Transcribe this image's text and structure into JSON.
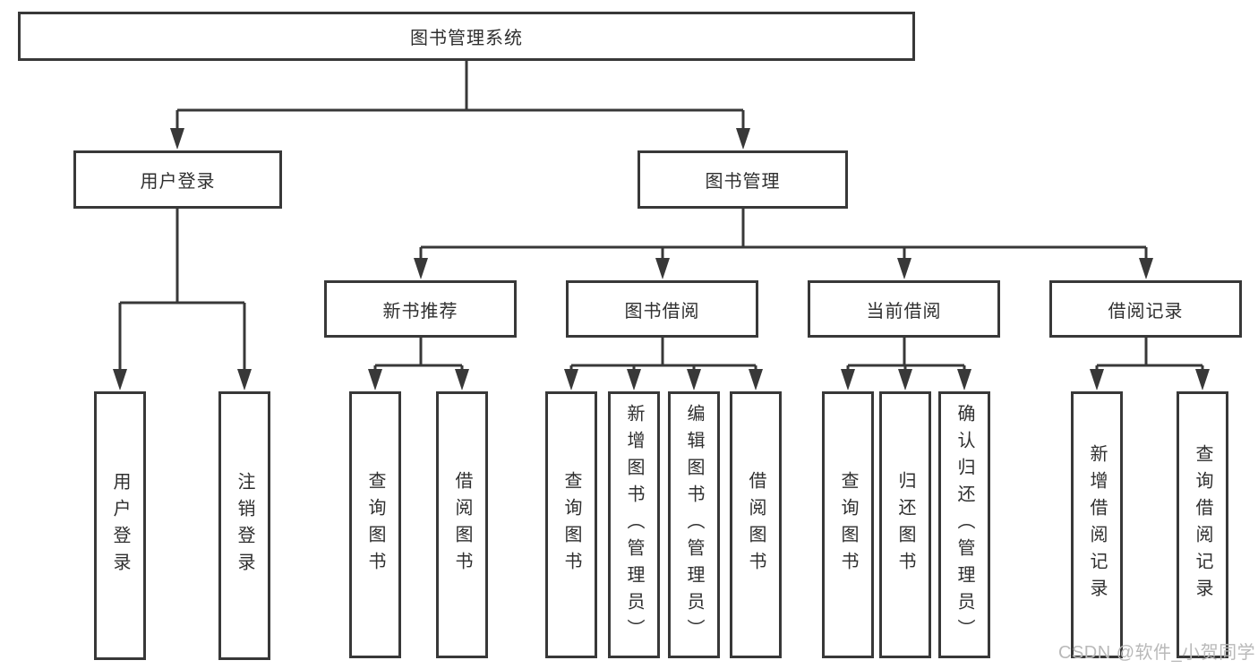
{
  "colors": {
    "line": "#383838",
    "box_border": "#383838",
    "text": "#2f2f2f",
    "background": "#ffffff",
    "watermark": "#b9b9b9"
  },
  "nodes": {
    "root": "图书管理系统",
    "user_login": "用户登录",
    "book_management": "图书管理",
    "new_book_recommend": "新书推荐",
    "book_borrowing": "图书借阅",
    "current_borrowing": "当前借阅",
    "borrowing_records": "借阅记录",
    "ul_user_login": "用户登录",
    "ul_logout": "注销登录",
    "nbr_query_books": "查询图书",
    "nbr_borrow_books": "借阅图书",
    "bb_query_books": "查询图书",
    "bb_add_books_admin": "新增图书（管理员）",
    "bb_edit_books_admin": "编辑图书（管理员）",
    "bb_borrow_books": "借阅图书",
    "cb_query_books": "查询图书",
    "cb_return_books": "归还图书",
    "cb_confirm_return_admin": "确认归还（管理员）",
    "br_add_record": "新增借阅记录",
    "br_query_record": "查询借阅记录"
  },
  "watermark": {
    "text": "CSDN @软件_小贺同学"
  }
}
